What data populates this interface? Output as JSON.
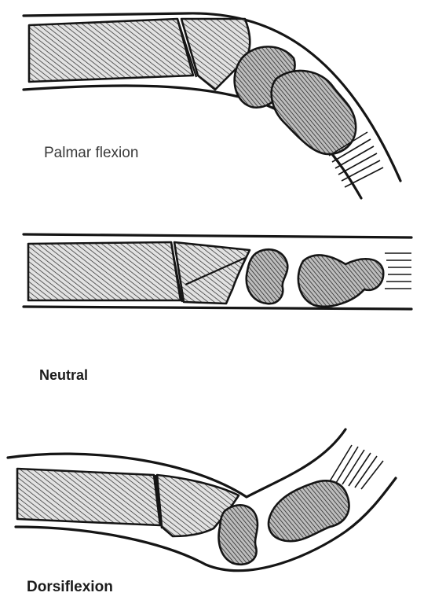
{
  "labels": {
    "palmar": "Palmar flexion",
    "neutral": "Neutral",
    "dorsi": "Dorsiflexion"
  },
  "colors": {
    "ink": "#151515",
    "background": "#ffffff"
  }
}
